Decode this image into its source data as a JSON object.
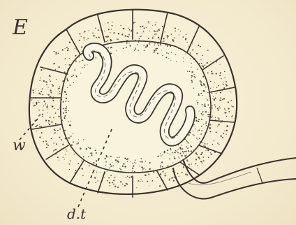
{
  "figure": {
    "letter": "E",
    "labels": {
      "wall": "w",
      "duct": "d.t"
    }
  },
  "colors": {
    "ink": "#3a3128",
    "paper": "#f5ecd2",
    "cell_fill": "#f7efd6",
    "lumen_fill": "#fbf6e6"
  }
}
